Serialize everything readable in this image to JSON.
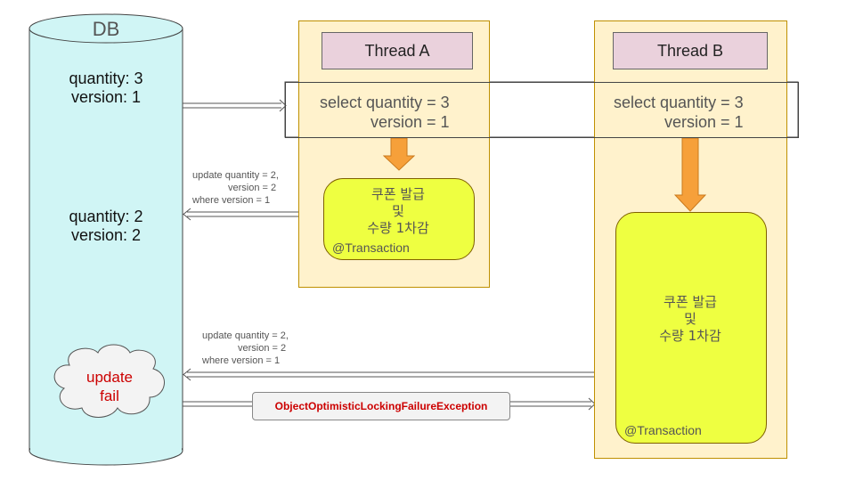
{
  "db": {
    "title": "DB",
    "state1": {
      "quantity": "quantity: 3",
      "version": "version: 1"
    },
    "state2": {
      "quantity": "quantity: 2",
      "version": "version: 2"
    },
    "fail_line1": "update",
    "fail_line2": "fail"
  },
  "threads": [
    {
      "title": "Thread A",
      "select_line1": "select quantity = 3",
      "select_line2": "version = 1",
      "tx_line1": "쿠폰 발급",
      "tx_line2": "및",
      "tx_line3": "수량 1차감",
      "annotation": "@Transaction"
    },
    {
      "title": "Thread B",
      "select_line1": "select quantity = 3",
      "select_line2": "version = 1",
      "tx_line1": "쿠폰 발급",
      "tx_line2": "및",
      "tx_line3": "수량 1차감",
      "annotation": "@Transaction"
    }
  ],
  "update_a": {
    "line1": "update quantity = 2,",
    "line2": "version = 2",
    "line3": "where version = 1"
  },
  "update_b": {
    "line1": "update quantity = 2,",
    "line2": "version = 2",
    "line3": "where version = 1"
  },
  "exception": "ObjectOptimisticLockingFailureException",
  "colors": {
    "db_fill": "#d0f5f5",
    "lane_fill": "#fff2cc",
    "lane_title_fill": "#ead1dc",
    "tx_fill": "#eeff41",
    "down_arrow": "#f6a03a",
    "fail_text": "#cc0000",
    "exception_text": "#cc0000"
  }
}
